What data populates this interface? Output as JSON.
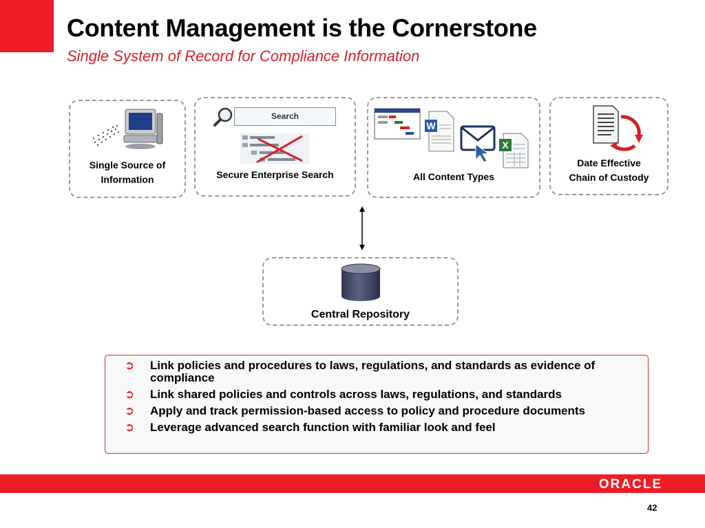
{
  "header": {
    "title": "Content Management is the Cornerstone",
    "subtitle": "Single System of Record for Compliance Information"
  },
  "cards": {
    "single_source": {
      "label_line1": "Single Source of",
      "label_line2": "Information",
      "icon": "computer-icon"
    },
    "search": {
      "label": "Secure Enterprise Search",
      "search_box_text": "Search",
      "icon": "magnifier-icon"
    },
    "content_types": {
      "label": "All Content Types",
      "icon": "documents-icon"
    },
    "chain_of_custody": {
      "label_line1": "Date Effective",
      "label_line2": "Chain of Custody",
      "icon": "document-cycle-icon"
    }
  },
  "repository": {
    "label": "Central Repository",
    "icon": "database-icon"
  },
  "bullets": {
    "items": [
      "Link policies and procedures to laws, regulations, and standards as evidence of compliance",
      "Link shared policies and controls across laws, regulations, and standards",
      "Apply and track permission-based access to policy and procedure documents",
      "Leverage advanced search function with familiar look and feel"
    ]
  },
  "footer": {
    "brand": "ORACLE",
    "page_number": "42"
  },
  "colors": {
    "accent_red": "#ee1c25",
    "subtitle_red": "#d61f26",
    "dashed_border": "#9a9a9a"
  }
}
